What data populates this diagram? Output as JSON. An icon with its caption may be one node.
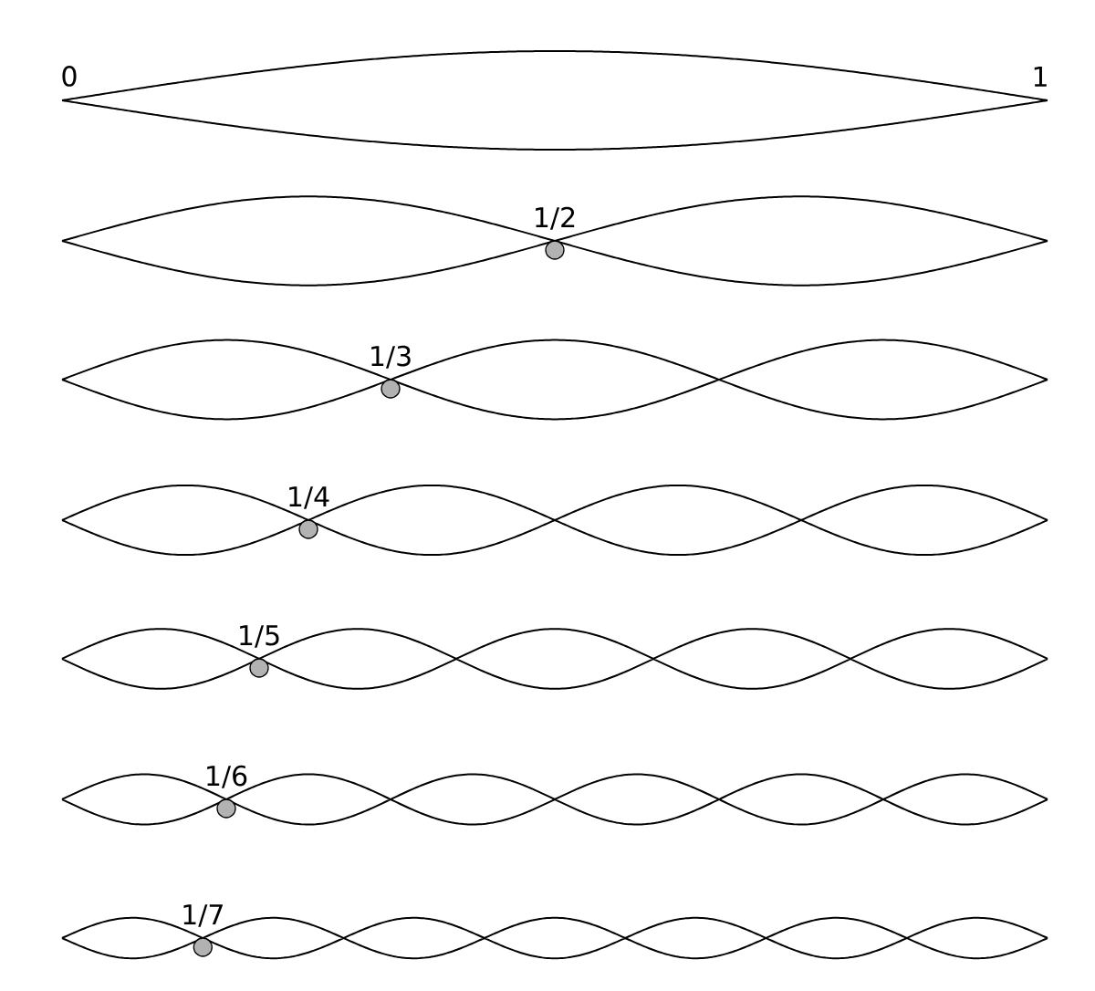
{
  "diagram": {
    "labels": [
      "0",
      "1",
      "1/2",
      "1/3",
      "1/4",
      "1/5",
      "1/6",
      "1/7"
    ]
  }
}
